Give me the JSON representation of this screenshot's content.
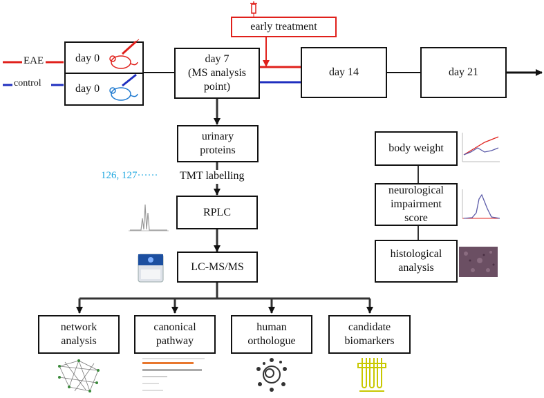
{
  "legend": {
    "eae": "EAE",
    "control": "control"
  },
  "timeline": {
    "day0_eae": "day 0",
    "day0_control": "day 0",
    "day7_line1": "day 7",
    "day7_line2": "(MS analysis",
    "day7_line3": "point)",
    "day14": "day 14",
    "day21": "day 21",
    "early_treatment": "early treatment"
  },
  "pipeline": {
    "urinary_1": "urinary",
    "urinary_2": "proteins",
    "tmt_tags": "126, 127······",
    "tmt_labelling": "TMT labelling",
    "rplc": "RPLC",
    "lcms": "LC-MS/MS"
  },
  "analyses": [
    {
      "line1": "network",
      "line2": "analysis"
    },
    {
      "line1": "canonical",
      "line2": "pathway"
    },
    {
      "line1": "human",
      "line2": "orthologue"
    },
    {
      "line1": "candidate",
      "line2": "biomarkers"
    }
  ],
  "evaluation": {
    "body_weight": "body weight",
    "neuro_1": "neurological",
    "neuro_2": "impairment",
    "neuro_3": "score",
    "histo_1": "histological",
    "histo_2": "analysis"
  },
  "colors": {
    "eae": "#e0201b",
    "control": "#1f2fbf",
    "tags": "#1fa8e0",
    "biomarker": "#c8c800"
  }
}
